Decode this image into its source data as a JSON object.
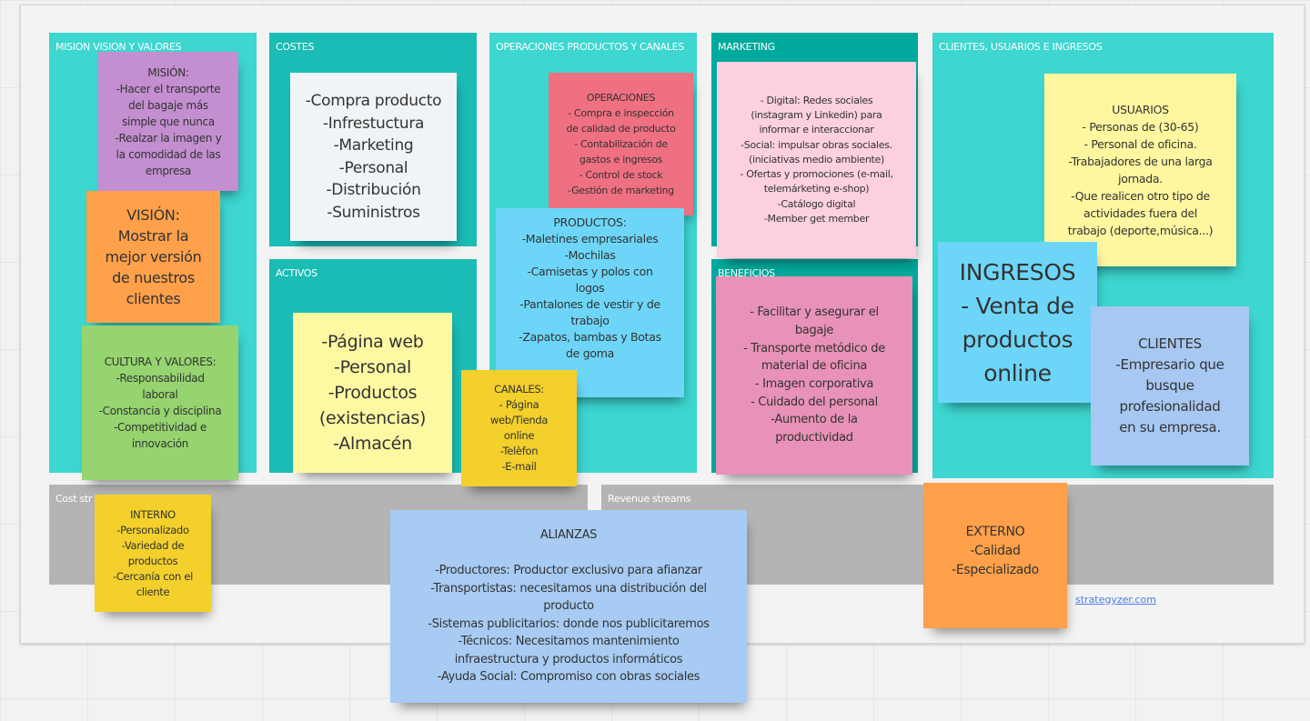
{
  "sections": {
    "mision": "MISION VISION Y VALORES",
    "costes": "COSTES",
    "activos": "ACTIVOS",
    "operaciones": "OPERACIONES PRODUCTOS Y CANALES",
    "marketing": "MARKETING",
    "beneficios": "BENEFICIOS",
    "clientes": "CLIENTES, USUARIOS E INGRESOS",
    "cost_structure": "Cost str",
    "revenue_streams": "Revenue streams"
  },
  "notes": {
    "mision": "MISIÓN:\n-Hacer el transporte\ndel bagaje más\nsimple que nunca\n-Realzar la imagen y\nla comodidad de las\nempresa",
    "vision": "VISIÓN:\nMostrar la\nmejor versión\nde nuestros\nclientes",
    "cultura": "CULTURA Y VALORES:\n-Responsabilidad\nlaboral\n-Constancia y disciplina\n-Competitividad e\ninnovación",
    "costes": "-Compra producto\n-Infrestuctura\n-Marketing\n-Personal\n-Distribución\n-Suministros",
    "activos": "-Página web\n-Personal\n-Productos\n(existencias)\n-Almacén",
    "operaciones": "OPERACIONES\n- Compra e inspección\nde calidad de producto\n- Contabilización de\ngastos e ingresos\n- Control de stock\n-Gestión de marketing",
    "productos": "PRODUCTOS:\n-Maletines empresariales\n-Mochilas\n-Camisetas y polos con\nlogos\n-Pantalones de vestir y de\ntrabajo\n-Zapatos, bambas y Botas\nde goma",
    "canales": "CANALES:\n- Página\nweb/Tienda\nonline\n-Telèfon\n-E-mail",
    "marketing": "- Digital: Redes sociales\n(instagram y Linkedin) para\ninformar e interaccionar\n-Social: impulsar obras sociales.\n(iniciativas medio ambiente)\n- Ofertas y promociones (e-mail,\ntelemárketing e-shop)\n-Catálogo digital\n-Member get member",
    "beneficios": "- Facilitar y asegurar el\nbagaje\n- Transporte metódico de\nmaterial de oficina\n- Imagen corporativa\n- Cuidado del personal\n-Aumento de la\nproductividad",
    "usuarios": "USUARIOS\n- Personas de (30-65)\n- Personal de oficina.\n-Trabajadores de una larga\njornada.\n-Que realicen otro tipo de\nactividades fuera del\ntrabajo (deporte,música...)",
    "ingresos": "INGRESOS\n- Venta de\nproductos\nonline",
    "clientes": "CLIENTES\n-Empresario que\nbusque\nprofesionalidad\nen su empresa.",
    "interno": "INTERNO\n-Personalizado\n-Variedad de\nproductos\n-Cercanía con el\ncliente",
    "alianzas": "ALIANZAS\n\n-Productores: Productor exclusivo para afianzar\n-Transportistas: necesitamos una distribución del\nproducto\n-Sistemas publicitarios: donde nos publicitaremos\n-Técnicos: Necesitamos mantenimiento\ninfraestructura y productos informáticos\n-Ayuda Social: Compromiso con obras sociales",
    "externo": "EXTERNO\n-Calidad\n-Especializado"
  },
  "footer_link": "strategyzer.com"
}
